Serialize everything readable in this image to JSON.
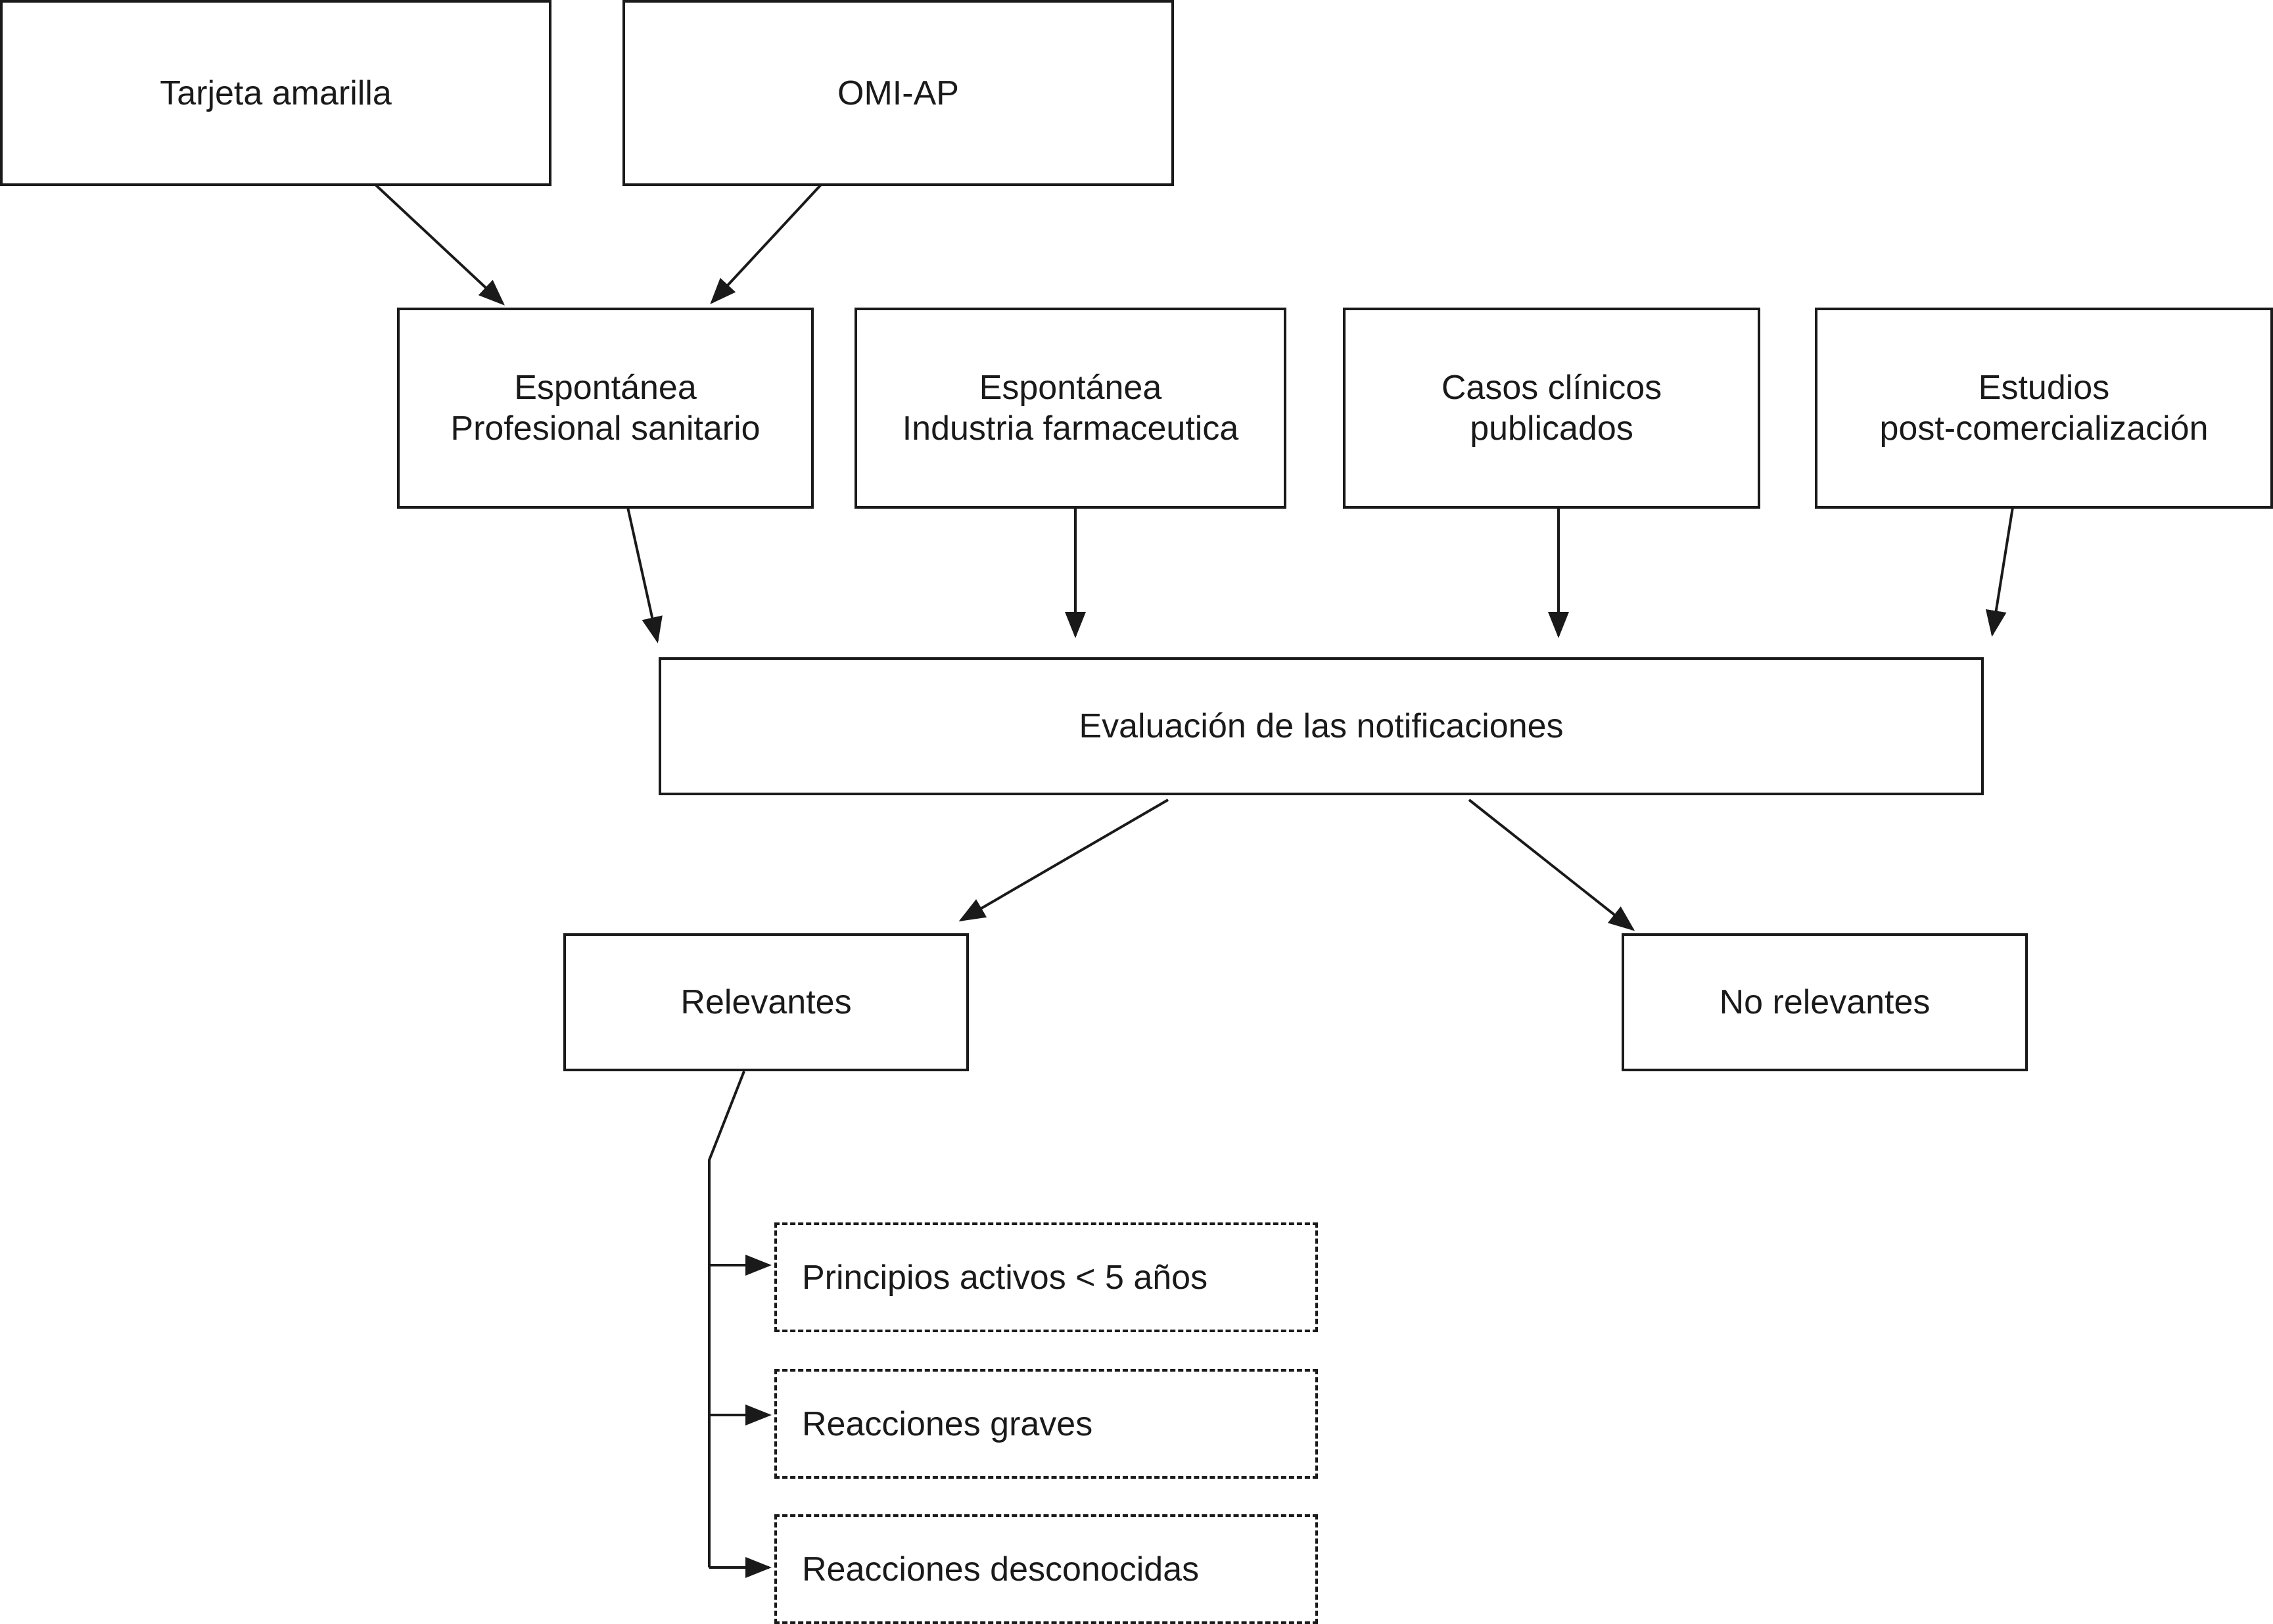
{
  "diagram": {
    "nodes": {
      "tarjeta": {
        "lines": [
          "Tarjeta amarilla"
        ]
      },
      "omi": {
        "lines": [
          "OMI-AP"
        ]
      },
      "esp_prof": {
        "lines": [
          "Espontánea",
          "Profesional sanitario"
        ]
      },
      "esp_ind": {
        "lines": [
          "Espontánea",
          "Industria farmaceutica"
        ]
      },
      "casos": {
        "lines": [
          "Casos clínicos",
          "publicados"
        ]
      },
      "estudios": {
        "lines": [
          "Estudios",
          "post-comercialización"
        ]
      },
      "evaluacion": {
        "lines": [
          "Evaluación de las notificaciones"
        ]
      },
      "relevantes": {
        "lines": [
          "Relevantes"
        ]
      },
      "no_relevantes": {
        "lines": [
          "No relevantes"
        ]
      },
      "principios": {
        "lines": [
          "Principios activos < 5 años"
        ]
      },
      "graves": {
        "lines": [
          "Reacciones graves"
        ]
      },
      "desconocidas": {
        "lines": [
          "Reacciones desconocidas"
        ]
      }
    },
    "edges": [
      {
        "from": "tarjeta",
        "to": "esp_prof"
      },
      {
        "from": "omi",
        "to": "esp_prof"
      },
      {
        "from": "esp_prof",
        "to": "evaluacion"
      },
      {
        "from": "esp_ind",
        "to": "evaluacion"
      },
      {
        "from": "casos",
        "to": "evaluacion"
      },
      {
        "from": "estudios",
        "to": "evaluacion"
      },
      {
        "from": "evaluacion",
        "to": "relevantes"
      },
      {
        "from": "evaluacion",
        "to": "no_relevantes"
      },
      {
        "from": "relevantes",
        "to": "principios"
      },
      {
        "from": "relevantes",
        "to": "graves"
      },
      {
        "from": "relevantes",
        "to": "desconocidas"
      }
    ]
  },
  "colors": {
    "stroke": "#1a1a1a",
    "background": "#ffffff"
  }
}
